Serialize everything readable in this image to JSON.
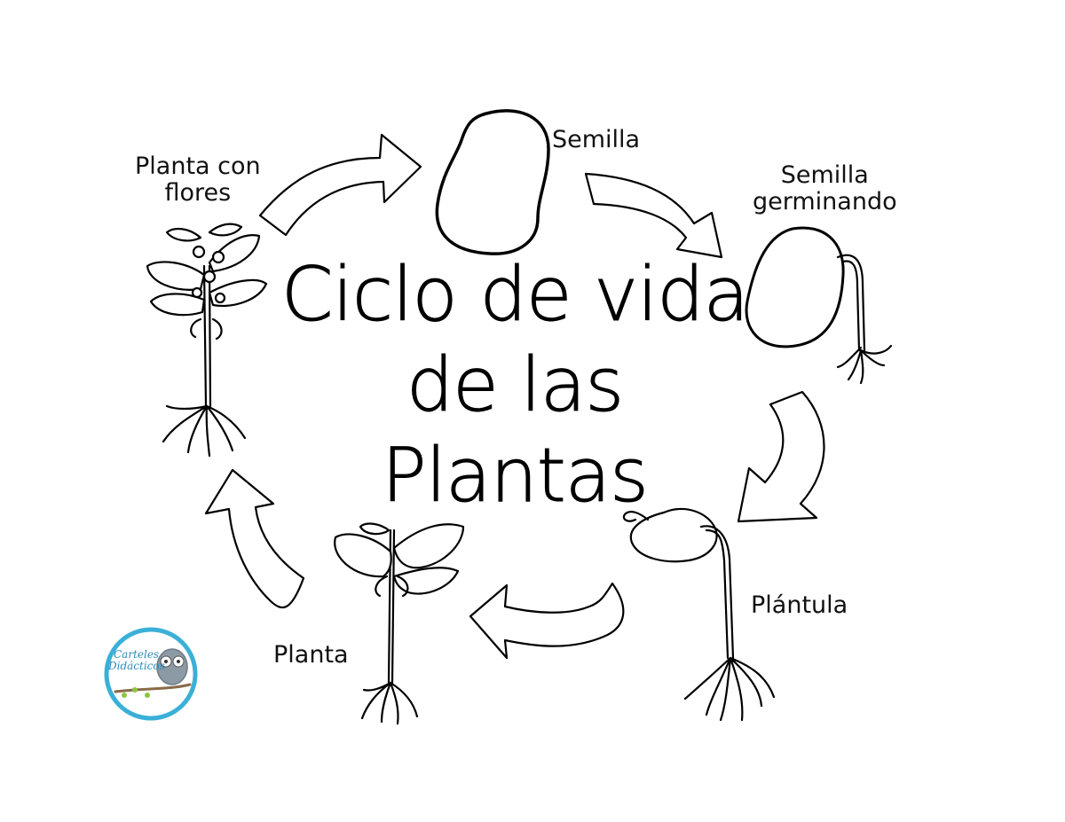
{
  "title": {
    "line1": "Ciclo de vida",
    "line2": "de las",
    "line3": "Plantas"
  },
  "stages": {
    "semilla": "Semilla",
    "germinando_line1": "Semilla",
    "germinando_line2": "germinando",
    "plantula": "Plántula",
    "planta": "Planta",
    "flores_line1": "Planta con",
    "flores_line2": "flores"
  },
  "logo": {
    "line1": "Carteles",
    "line2": "Didácticos"
  },
  "colors": {
    "logo_ring": "#3ab0d8",
    "logo_text": "#2a8bb8",
    "owl": "#8c9aa6",
    "branch_leaf": "#8cc63f"
  }
}
